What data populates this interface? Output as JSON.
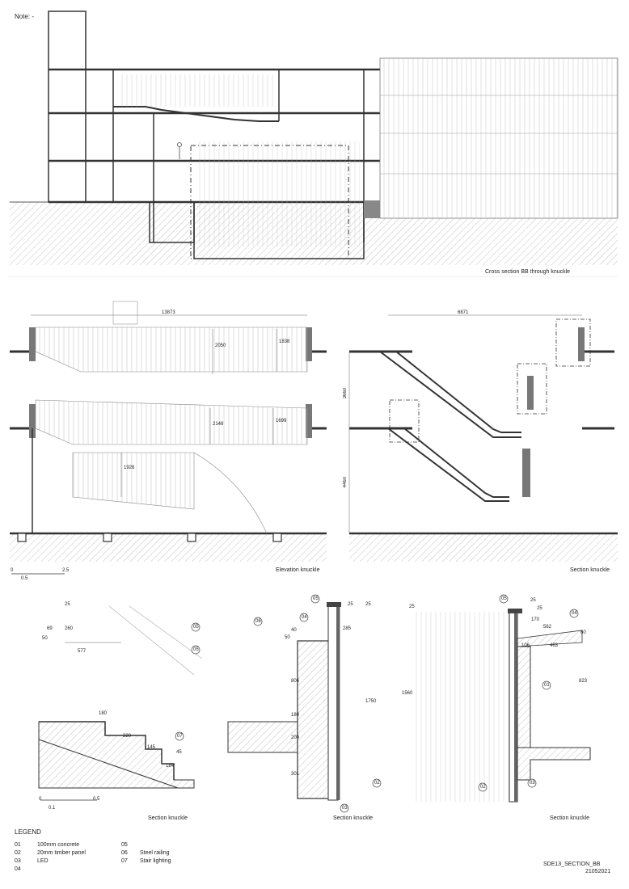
{
  "note": "Note: -",
  "panels": {
    "cross_section": {
      "caption": "Cross section BB through knuckle"
    },
    "elevation": {
      "caption": "Elevation knuckle",
      "dims": {
        "overall": "13873",
        "d1": "2050",
        "d2": "1838",
        "d3": "2148",
        "d4": "1699",
        "d5": "1926"
      },
      "scale": {
        "start": "0",
        "mid": "0.5",
        "end": "2.5"
      }
    },
    "section_main": {
      "caption": "Section knuckle",
      "dims": {
        "overall": "6871",
        "v1": "3660",
        "v2": "4460"
      }
    },
    "detail_a": {
      "caption": "Section knuckle",
      "dims": {
        "a": "25",
        "b": "69",
        "c": "260",
        "d": "50",
        "e": "577",
        "f": "180",
        "g": "320",
        "h": "145",
        "i": "45",
        "j": "184"
      },
      "scale": {
        "start": "0",
        "mid": "0.1",
        "end": "0.5"
      }
    },
    "detail_b": {
      "caption": "Section knuckle",
      "dims": {
        "a": "25",
        "b": "25",
        "c": "285",
        "d": "50",
        "e": "40",
        "f": "806",
        "g": "180",
        "h": "200",
        "i": "301",
        "j": "1750"
      }
    },
    "detail_c": {
      "caption": "Section knuckle",
      "dims": {
        "a": "25",
        "b": "25",
        "c": "25",
        "d": "170",
        "e": "562",
        "f": "60",
        "g": "106",
        "h": "463",
        "i": "823",
        "j": "1560"
      }
    }
  },
  "tags": {
    "t01": "01",
    "t02": "02",
    "t03": "03",
    "t04": "04",
    "t05": "05",
    "t06": "06",
    "t07": "07"
  },
  "legend": {
    "title": "LEGEND",
    "items": [
      {
        "num": "01",
        "label": "100mm concrete"
      },
      {
        "num": "02",
        "label": "20mm  timber panel"
      },
      {
        "num": "03",
        "label": "LED"
      },
      {
        "num": "04",
        "label": ""
      },
      {
        "num": "05",
        "label": ""
      },
      {
        "num": "06",
        "label": "Steel railing"
      },
      {
        "num": "07",
        "label": "Stair lighting"
      }
    ]
  },
  "sheet": {
    "code": "SDE13_SECTION_BB",
    "date": "21052021"
  }
}
